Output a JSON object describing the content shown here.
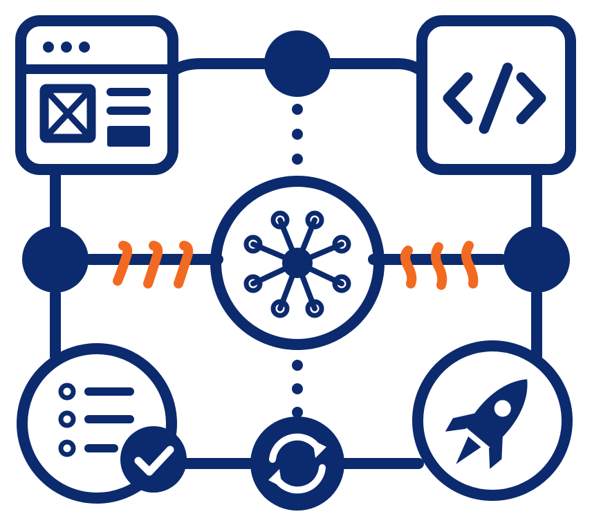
{
  "diagram": {
    "colors": {
      "primary": "#0c2a6e",
      "accent": "#f26a21",
      "background": "#ffffff"
    },
    "nodes": [
      {
        "role": "browser-window-icon",
        "shape": "rounded-square"
      },
      {
        "role": "code-icon",
        "shape": "rounded-square"
      },
      {
        "role": "hub-network-icon",
        "shape": "circle"
      },
      {
        "role": "checklist-icon",
        "shape": "circle"
      },
      {
        "role": "sync-icon",
        "shape": "circle"
      },
      {
        "role": "rocket-icon",
        "shape": "circle"
      }
    ],
    "connectors": [
      {
        "role": "top-dotted-link",
        "style": "dotted"
      },
      {
        "role": "bottom-dotted-link",
        "style": "dotted"
      },
      {
        "role": "left-spring-link",
        "style": "coil"
      },
      {
        "role": "right-spring-link",
        "style": "coil"
      }
    ]
  }
}
